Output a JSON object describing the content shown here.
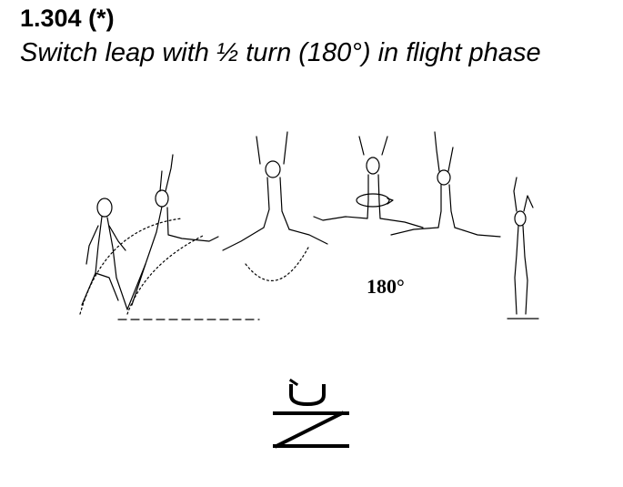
{
  "element": {
    "code": "1.304 (*)",
    "description": "Switch leap with ½ turn (180°) in flight phase"
  },
  "illustration": {
    "rotation_label": "180°",
    "icon": "switch-leap-sequence-icon"
  },
  "symbol": {
    "icon": "switch-leap-half-turn-symbol"
  }
}
